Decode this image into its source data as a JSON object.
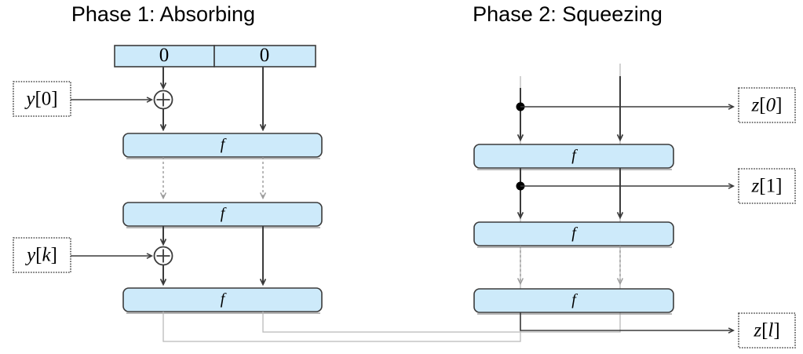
{
  "figure": {
    "kind": "sponge-construction-diagram",
    "phases": [
      {
        "id": "phase1",
        "title": "Phase 1: Absorbing"
      },
      {
        "id": "phase2",
        "title": "Phase 2: Squeezing"
      }
    ]
  },
  "phase1": {
    "title": "Phase 1: Absorbing",
    "state_bar": {
      "cells": [
        {
          "name": "rate-cell",
          "value": "0"
        },
        {
          "name": "capacity-cell",
          "value": "0"
        }
      ]
    },
    "inputs": [
      {
        "name": "input-y0",
        "var": "y",
        "index": "[0]",
        "text": "y[0]"
      },
      {
        "name": "input-yk",
        "var": "y",
        "index": "[k]",
        "text": "y[k]"
      }
    ],
    "permutations": [
      {
        "name": "f-block-1",
        "label": "f"
      },
      {
        "name": "f-block-2",
        "label": "f"
      },
      {
        "name": "f-block-3",
        "label": "f"
      }
    ],
    "xors": [
      {
        "name": "xor-1",
        "glyph": "+"
      },
      {
        "name": "xor-2",
        "glyph": "+"
      }
    ]
  },
  "phase2": {
    "title": "Phase 2: Squeezing",
    "permutations": [
      {
        "name": "f-block-4",
        "label": "f"
      },
      {
        "name": "f-block-5",
        "label": "f"
      },
      {
        "name": "f-block-6",
        "label": "f"
      }
    ],
    "outputs": [
      {
        "name": "output-z0",
        "var": "z",
        "index": "[0]",
        "text": "z[0]"
      },
      {
        "name": "output-z1",
        "var": "z",
        "index": "[1]",
        "text": "z[1]"
      },
      {
        "name": "output-zl",
        "var": "z",
        "index": "[l]",
        "text": "z[l]"
      }
    ],
    "taps": [
      {
        "name": "tap-z0"
      },
      {
        "name": "tap-z1"
      }
    ]
  },
  "colors": {
    "block_fill": "#cdeafa",
    "block_stroke": "#3b3b3b",
    "line_dark": "#3b3b3b",
    "line_gray": "#9a9a9a",
    "routing_gray": "#b9b9b9",
    "background": "#ffffff",
    "text": "#000000"
  }
}
